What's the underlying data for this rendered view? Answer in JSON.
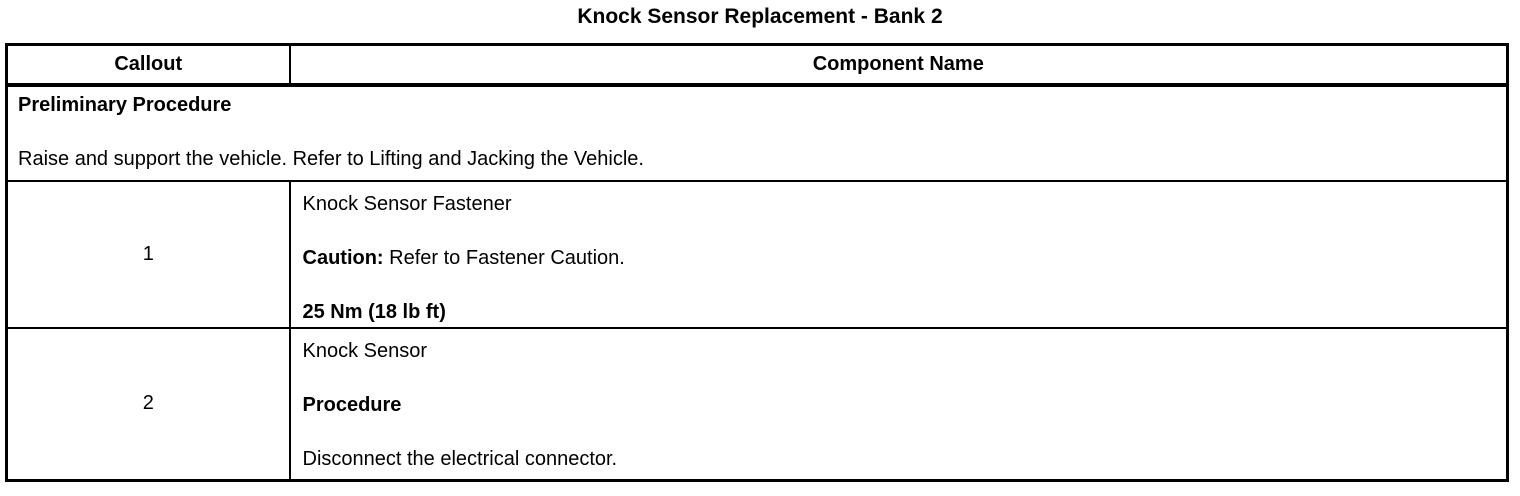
{
  "title": "Knock Sensor Replacement - Bank 2",
  "table": {
    "headers": {
      "callout": "Callout",
      "component": "Component Name"
    },
    "preliminary": {
      "heading": "Preliminary Procedure",
      "text": "Raise and support the vehicle. Refer to Lifting and Jacking the Vehicle."
    },
    "rows": [
      {
        "callout": "1",
        "paragraphs": [
          {
            "prefix": "",
            "text": "Knock Sensor Fastener"
          },
          {
            "prefix": "Caution:",
            "text": " Refer to Fastener Caution."
          },
          {
            "prefix": "",
            "text": "25 Nm (18 lb ft)"
          }
        ]
      },
      {
        "callout": "2",
        "paragraphs": [
          {
            "prefix": "",
            "text": "Knock Sensor"
          },
          {
            "prefix": "",
            "text": "Procedure"
          },
          {
            "prefix": "",
            "text": "Disconnect the electrical connector."
          }
        ]
      }
    ]
  }
}
